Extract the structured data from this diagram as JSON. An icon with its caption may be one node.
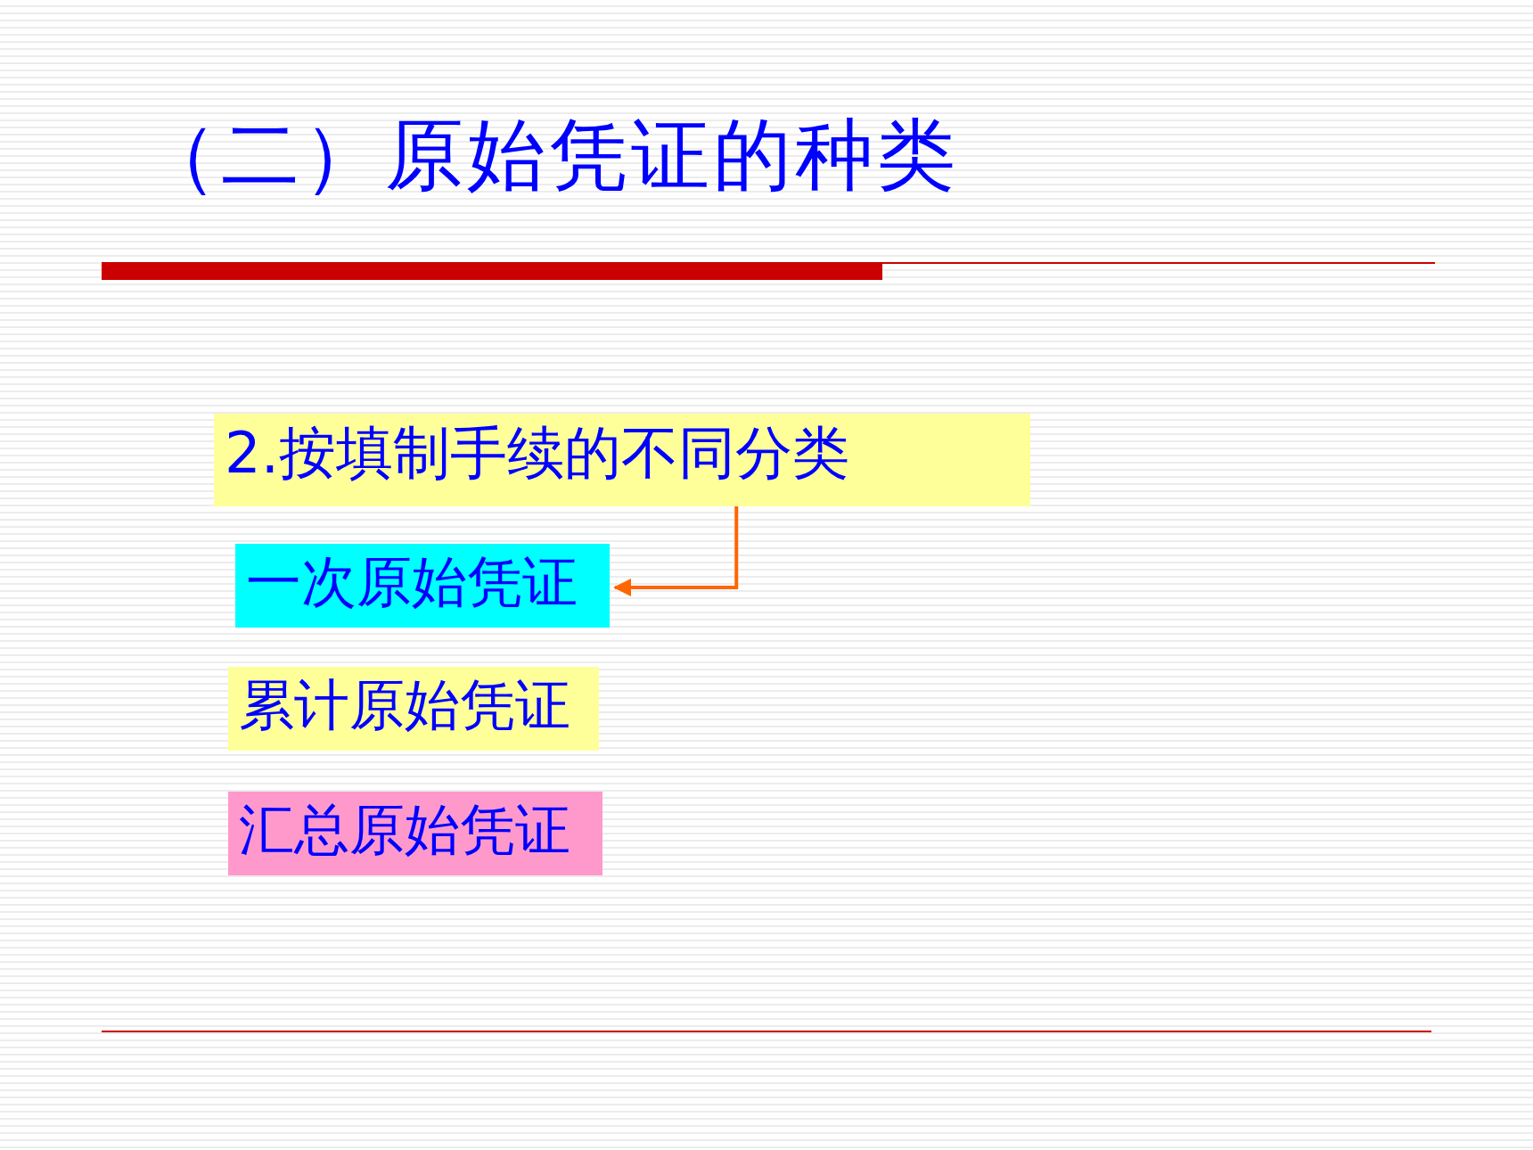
{
  "diagram": {
    "title": "（二）原始凭证的种类",
    "nodes": [
      {
        "text": [
          "2.按填制手续的不同分类"
        ]
      },
      {
        "text": [
          "一次原始凭证"
        ]
      },
      {
        "text": [
          "累计原始凭证"
        ]
      },
      {
        "text": [
          "汇总原始凭证"
        ]
      }
    ],
    "edges": [
      {
        "from": 0,
        "to": 1,
        "arrow": "to",
        "color": "#ff6600"
      }
    ]
  }
}
